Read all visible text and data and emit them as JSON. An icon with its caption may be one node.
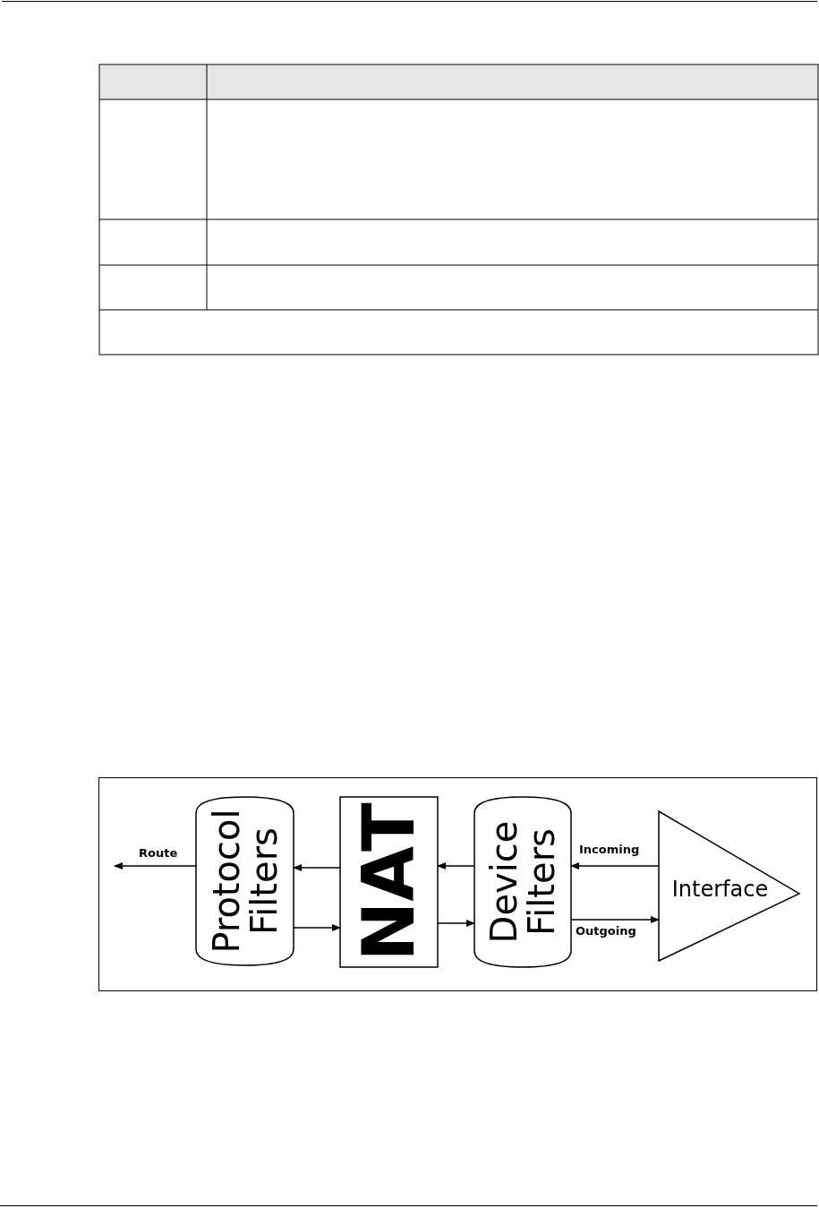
{
  "diagram": {
    "nodes": [
      {
        "text": [
          "Protocol Filters"
        ]
      },
      {
        "text": [
          "NAT"
        ]
      },
      {
        "text": [
          "Device Filters"
        ]
      },
      {
        "text": [
          "Interface"
        ]
      }
    ],
    "edges": [
      {
        "from": 0,
        "to": null,
        "arrow": "to",
        "label": "Route"
      },
      {
        "from": 1,
        "to": 0,
        "arrow": "to"
      },
      {
        "from": 0,
        "to": 1,
        "arrow": "to"
      },
      {
        "from": 2,
        "to": 1,
        "arrow": "to"
      },
      {
        "from": 1,
        "to": 2,
        "arrow": "to"
      },
      {
        "from": 3,
        "to": 2,
        "arrow": "to",
        "label": "Incoming"
      },
      {
        "from": 2,
        "to": 3,
        "arrow": "to",
        "label": "Outgoing"
      }
    ]
  }
}
